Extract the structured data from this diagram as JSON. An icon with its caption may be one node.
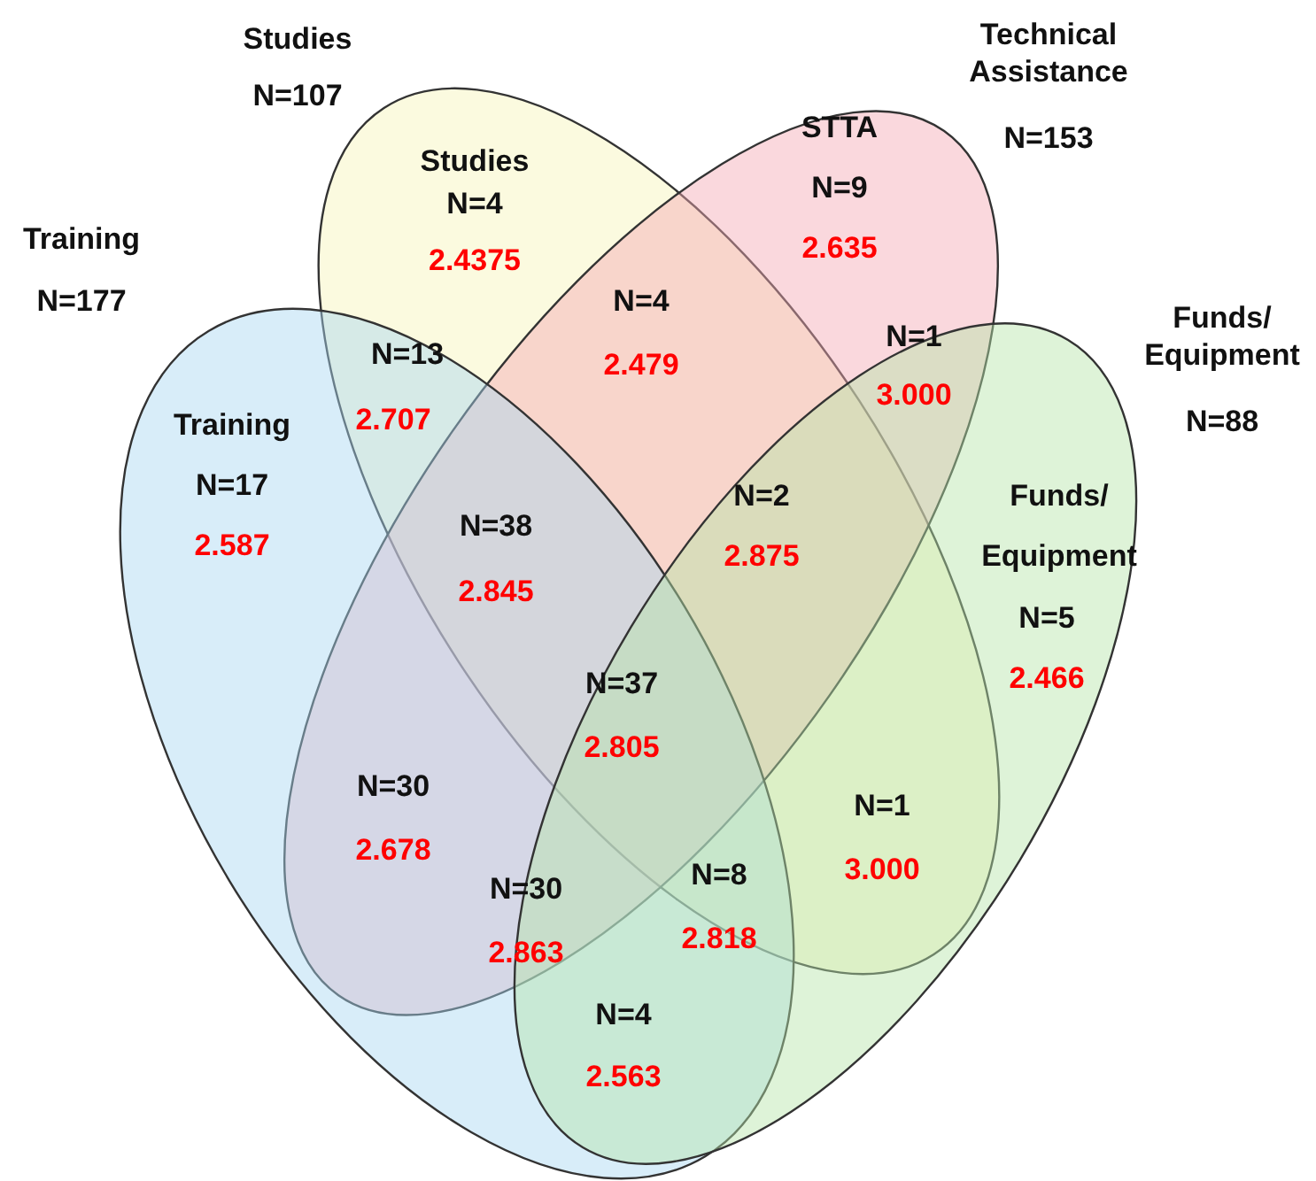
{
  "diagram": {
    "nodes": [
      {
        "text": [
          "Studies",
          "N=107"
        ]
      },
      {
        "text": [
          "Technical Assistance",
          "N=153"
        ]
      },
      {
        "text": [
          "Training",
          "N=177"
        ]
      },
      {
        "text": [
          "Funds/ Equipment",
          "N=88"
        ]
      }
    ],
    "edges": [],
    "labels": [
      "Studies",
      "N=4",
      "2.4375",
      "STTA",
      "N=9",
      "2.635",
      "N=4",
      "2.479",
      "N=13",
      "2.707",
      "N=1",
      "3.000",
      "Training",
      "N=17",
      "2.587",
      "N=2",
      "2.875",
      "N=38",
      "2.845",
      "Funds/",
      "Equipment",
      "N=5",
      "2.466",
      "N=37",
      "2.805",
      "N=30",
      "2.678",
      "N=1",
      "3.000",
      "N=30",
      "2.863",
      "N=8",
      "2.818",
      "N=4",
      "2.563"
    ]
  }
}
